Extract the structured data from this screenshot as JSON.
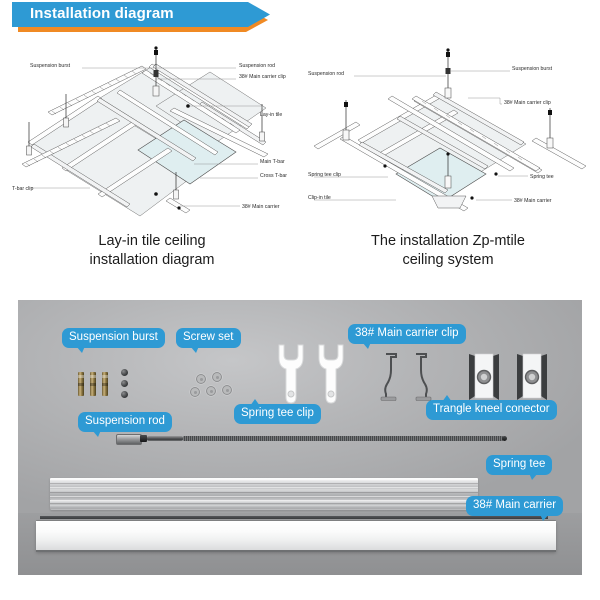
{
  "banner": {
    "title": "Installation diagram",
    "blue": "#2e9ad4",
    "orange": "#f08a24"
  },
  "diagrams": [
    {
      "id": "lay-in-tile-ceiling",
      "caption_line1": "Lay-in tile ceiling",
      "caption_line2": "installation diagram",
      "labels_left": [
        "Suspension burst",
        "T-bar clip"
      ],
      "labels_right": [
        "Suspension rod",
        "38# Main carrier clip",
        "Lay-in tile",
        "Main T-bar",
        "Cross T-bar",
        "38# Main carrier"
      ]
    },
    {
      "id": "zp-mtile-ceiling",
      "caption_line1": "The installation Zp-mtile",
      "caption_line2": "ceiling system",
      "labels_left": [
        "Suspension rod",
        "Spring tee clip",
        "Clip-in tile"
      ],
      "labels_right": [
        "Suspension burst",
        "38# Main carrier clip",
        "Spring tee",
        "38#  Main carrier"
      ]
    }
  ],
  "photo": {
    "callouts": [
      {
        "key": "suspension_burst",
        "label": "Suspension burst"
      },
      {
        "key": "screw_set",
        "label": "Screw set"
      },
      {
        "key": "main_carrier_clip",
        "label": "38# Main carrier clip"
      },
      {
        "key": "spring_tee_clip",
        "label": "Spring tee clip"
      },
      {
        "key": "trangle_kneel_conector",
        "label": "Trangle kneel conector"
      },
      {
        "key": "suspension_rod",
        "label": "Suspension rod"
      },
      {
        "key": "spring_tee",
        "label": "Spring tee"
      },
      {
        "key": "main_carrier",
        "label": "38# Main carrier"
      }
    ],
    "bubble_color": "#2e9ad4",
    "background_color": "#b4b5b7"
  }
}
